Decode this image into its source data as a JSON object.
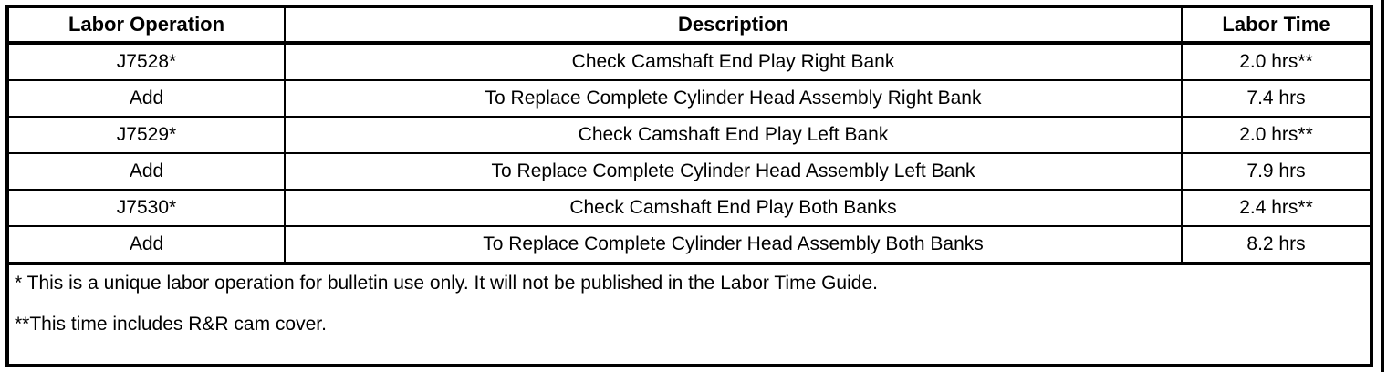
{
  "table": {
    "columns": [
      {
        "key": "operation",
        "label": "Labor Operation"
      },
      {
        "key": "description",
        "label": "Description"
      },
      {
        "key": "time",
        "label": "Labor Time"
      }
    ],
    "rows": [
      {
        "operation": "J7528*",
        "description": "Check Camshaft End Play Right Bank",
        "time": "2.0 hrs**"
      },
      {
        "operation": "Add",
        "description": "To Replace Complete Cylinder Head Assembly Right Bank",
        "time": "7.4 hrs"
      },
      {
        "operation": "J7529*",
        "description": "Check Camshaft End Play Left Bank",
        "time": "2.0 hrs**"
      },
      {
        "operation": "Add",
        "description": "To Replace Complete Cylinder Head Assembly Left Bank",
        "time": "7.9 hrs"
      },
      {
        "operation": "J7530*",
        "description": "Check Camshaft End Play Both Banks",
        "time": "2.4 hrs**"
      },
      {
        "operation": "Add",
        "description": "To Replace Complete Cylinder Head Assembly Both Banks",
        "time": "8.2 hrs"
      }
    ],
    "footnotes": [
      "* This is a unique labor operation for bulletin use only. It will not be published in the Labor Time Guide.",
      "**This time includes R&R cam cover."
    ]
  },
  "style": {
    "border_color": "#000000",
    "background": "#ffffff",
    "text_color": "#000000"
  }
}
